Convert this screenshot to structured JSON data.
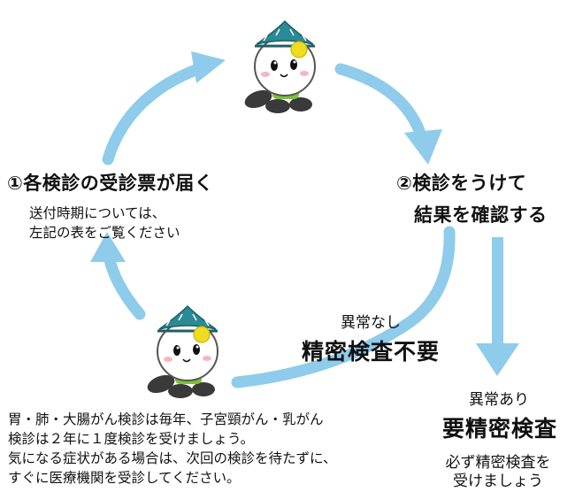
{
  "step1": {
    "title": "①各検診の受診票が届く",
    "note_line1": "送付時期については、",
    "note_line2": "左記の表をご覧ください"
  },
  "step2": {
    "title_line1": "②検診をうけて",
    "title_line2": "結果を確認する"
  },
  "no_abnormal": {
    "label": "異常なし",
    "result": "精密検査不要"
  },
  "abnormal": {
    "label": "異常あり",
    "result": "要精密検査",
    "note_line1": "必ず精密検査を",
    "note_line2": "受けましょう"
  },
  "footer": {
    "line1": "胃・肺・大腸がん検診は毎年、子宮頸がん・乳がん",
    "line2": "検診は２年に１度検診を受けましょう。",
    "line3": "気になる症状がある場合は、次回の検診を待たずに、",
    "line4": "すぐに医療機関を受診してください。"
  },
  "colors": {
    "arrow": "#8fcbea",
    "text": "#111111",
    "hat": "#2a8a96",
    "pompom": "#f0dc1e",
    "body": "#ffffff",
    "pants": "#3a3a3a",
    "shirt": "#7cc23a"
  },
  "icons": {
    "mascot_top": "mascot-character-icon",
    "mascot_bottom": "mascot-character-icon"
  }
}
